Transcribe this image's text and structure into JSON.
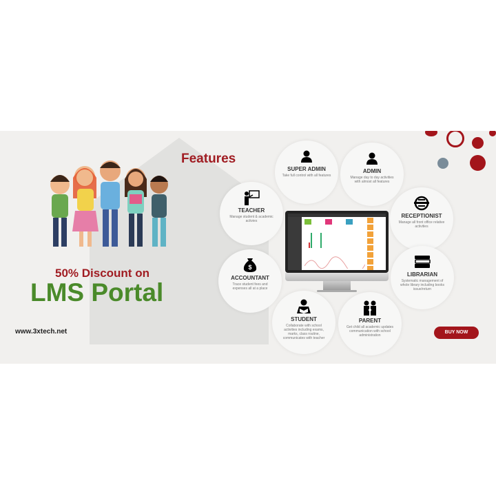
{
  "banner": {
    "title": "Features",
    "discount": "50% Discount on",
    "product": "LMS Portal",
    "website": "www.3xtech.net",
    "buy_label": "BUY NOW",
    "colors": {
      "brand_red": "#a01c22",
      "brand_green": "#4a8a2a",
      "background": "#f1f0ee"
    }
  },
  "features": [
    {
      "name": "SUPER ADMIN",
      "desc": "Take full control with all features",
      "icon": "user-icon"
    },
    {
      "name": "ADMIN",
      "desc": "Manage day to day activities with almost all features",
      "icon": "user-icon"
    },
    {
      "name": "TEACHER",
      "desc": "Manage student & academic activies",
      "icon": "teacher-board-icon"
    },
    {
      "name": "RECEPTIONIST",
      "desc": "Manage all front office relative activities",
      "icon": "reception-icon"
    },
    {
      "name": "ACCOUNTANT",
      "desc": "Trace student fees and expenses all at a place",
      "icon": "money-bag-icon"
    },
    {
      "name": "LIBRARIAN",
      "desc": "Systematic management of whole library including books issue/return",
      "icon": "books-icon"
    },
    {
      "name": "STUDENT",
      "desc": "Collaborate with school activities including exams, marks, class routine, communicates with teacher",
      "icon": "student-reading-icon"
    },
    {
      "name": "PARENT",
      "desc": "Get child all academic updates communication with school administration",
      "icon": "parent-child-icon"
    }
  ]
}
